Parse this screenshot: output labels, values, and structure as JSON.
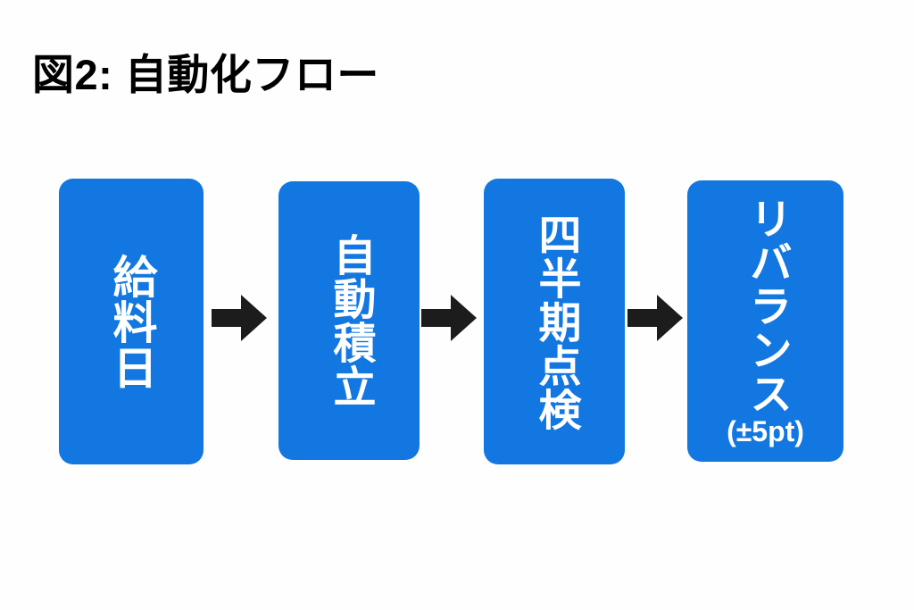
{
  "figure": {
    "title": "図2: 自動化フロー",
    "background_color": "#fefefe",
    "accent_color": "#1277e0",
    "arrow_color": "#1c1c1c",
    "text_color": "#ffffff",
    "title_color": "#000000"
  },
  "flow": {
    "orientation": "horizontal",
    "text_orientation": "vertical",
    "steps": [
      {
        "index": "1",
        "label": "給料日",
        "sublabel": "",
        "icon": "box-step-icon"
      },
      {
        "index": "2",
        "label": "自動積立",
        "sublabel": "",
        "icon": "box-step-icon"
      },
      {
        "index": "3",
        "label": "四半期点検",
        "sublabel": "",
        "icon": "box-step-icon"
      },
      {
        "index": "4",
        "label": "リバランス",
        "sublabel": "(±5pt)",
        "icon": "box-step-icon"
      }
    ],
    "connectors": [
      {
        "from": "給料日",
        "to": "自動積立",
        "icon": "arrow-right-icon"
      },
      {
        "from": "自動積立",
        "to": "四半期点検",
        "icon": "arrow-right-icon"
      },
      {
        "from": "四半期点検",
        "to": "リバランス",
        "icon": "arrow-right-icon"
      }
    ]
  }
}
